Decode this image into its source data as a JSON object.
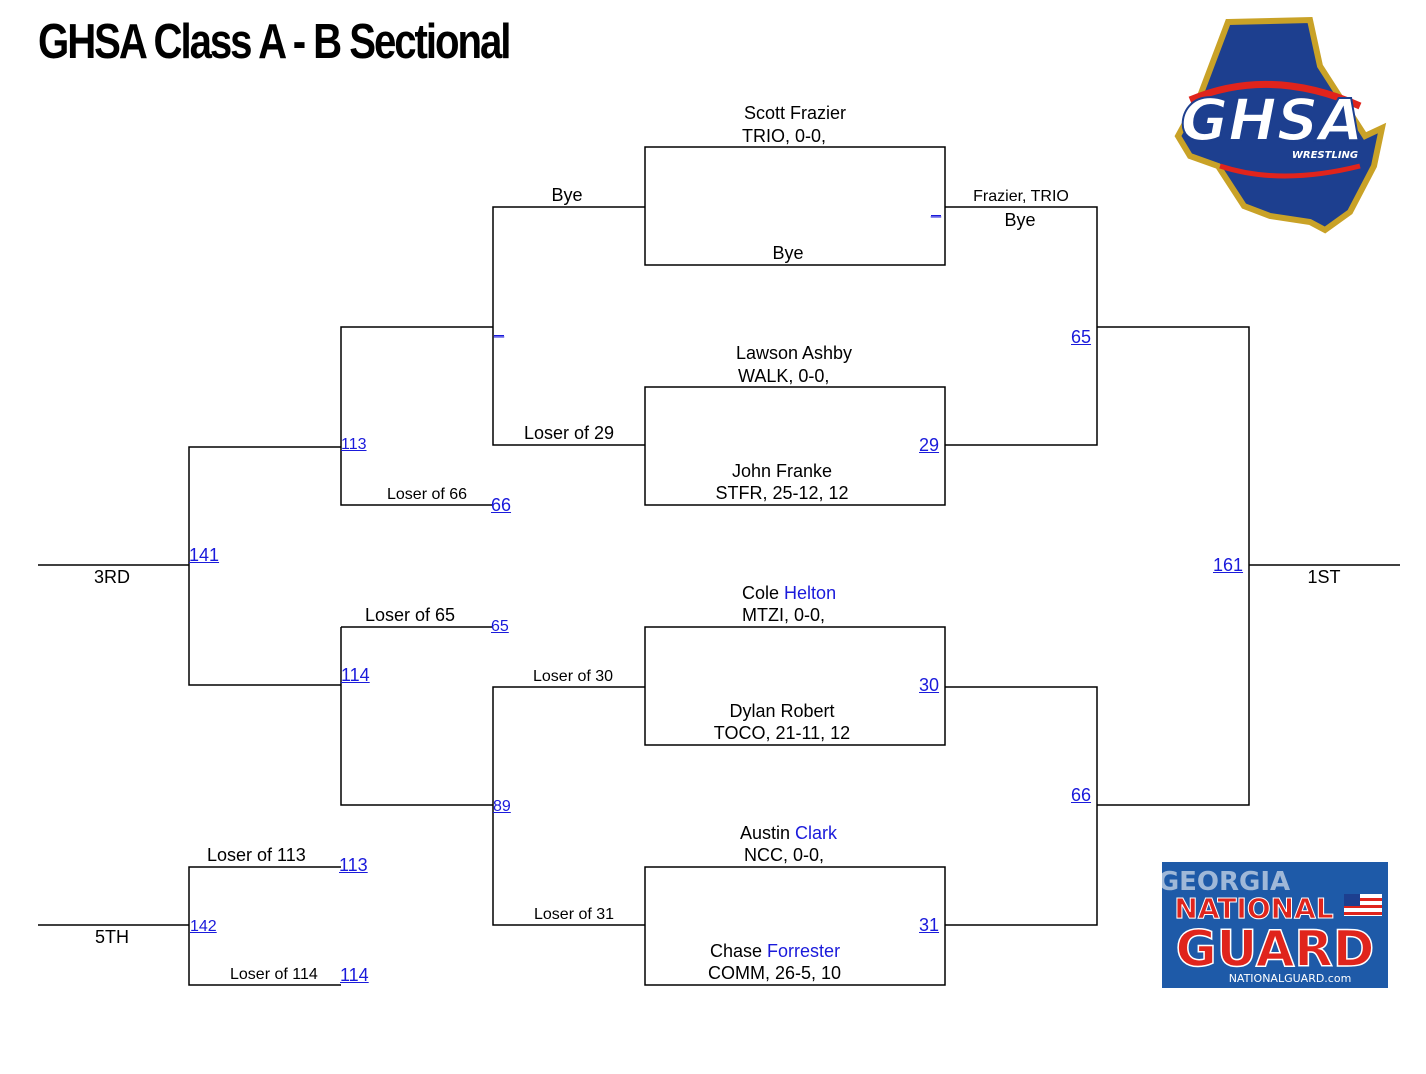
{
  "title": "GHSA Class A - B Sectional",
  "logos": {
    "ghsa": {
      "text": "GHSA",
      "sub": "WRESTLING"
    },
    "guard": {
      "line1": "GEORGIA",
      "line2": "NATIONAL",
      "line3": "GUARD",
      "line4": "NATIONALGUARD.com"
    }
  },
  "colors": {
    "link": "#1a1adb",
    "ghsa_blue": "#1d3f8f",
    "ghsa_gold": "#c9a227",
    "guard_red": "#e0241c",
    "guard_bg": "#1e5aa8"
  },
  "wrestlers": {
    "w1": {
      "name": "Scott Frazier",
      "first": "",
      "last": "",
      "team": "TRIO, 0-0,"
    },
    "w2": {
      "name": "Bye"
    },
    "w3": {
      "name": "Lawson Ashby",
      "team": "WALK, 0-0,"
    },
    "w4": {
      "name": "John Franke",
      "team": "STFR, 25-12, 12"
    },
    "w5": {
      "first": "Cole",
      "last": "Helton",
      "team": "MTZI, 0-0,"
    },
    "w6": {
      "name": "Dylan Robert",
      "team": "TOCO, 21-11, 12"
    },
    "w7": {
      "first": "Austin",
      "last": "Clark",
      "team": "NCC, 0-0,"
    },
    "w8": {
      "first": "Chase",
      "last": "Forrester",
      "team": "COMM, 26-5, 10"
    }
  },
  "championship": {
    "r2_top_winner": "Frazier, TRIO",
    "r2_top_loser": "Bye",
    "bout_top": "_",
    "bout_29": "29",
    "bout_30": "30",
    "bout_31": "31",
    "bout_65": "65",
    "bout_66": "66",
    "bout_161": "161",
    "place": "1ST"
  },
  "consolation": {
    "bye": "Bye",
    "loser_29": "Loser of 29",
    "bout_blank": "_",
    "loser_66": "Loser of 66",
    "link_66": "66",
    "bout_113": "113",
    "bout_141": "141",
    "place_3rd": "3RD",
    "loser_65": "Loser of 65",
    "link_65": "65",
    "bout_114": "114",
    "loser_30": "Loser of 30",
    "bout_89": "89",
    "loser_31": "Loser of 31",
    "loser_113": "Loser of 113",
    "link_113": "113",
    "bout_142": "142",
    "place_5th": "5TH",
    "loser_114": "Loser of 114",
    "link_114": "114"
  }
}
